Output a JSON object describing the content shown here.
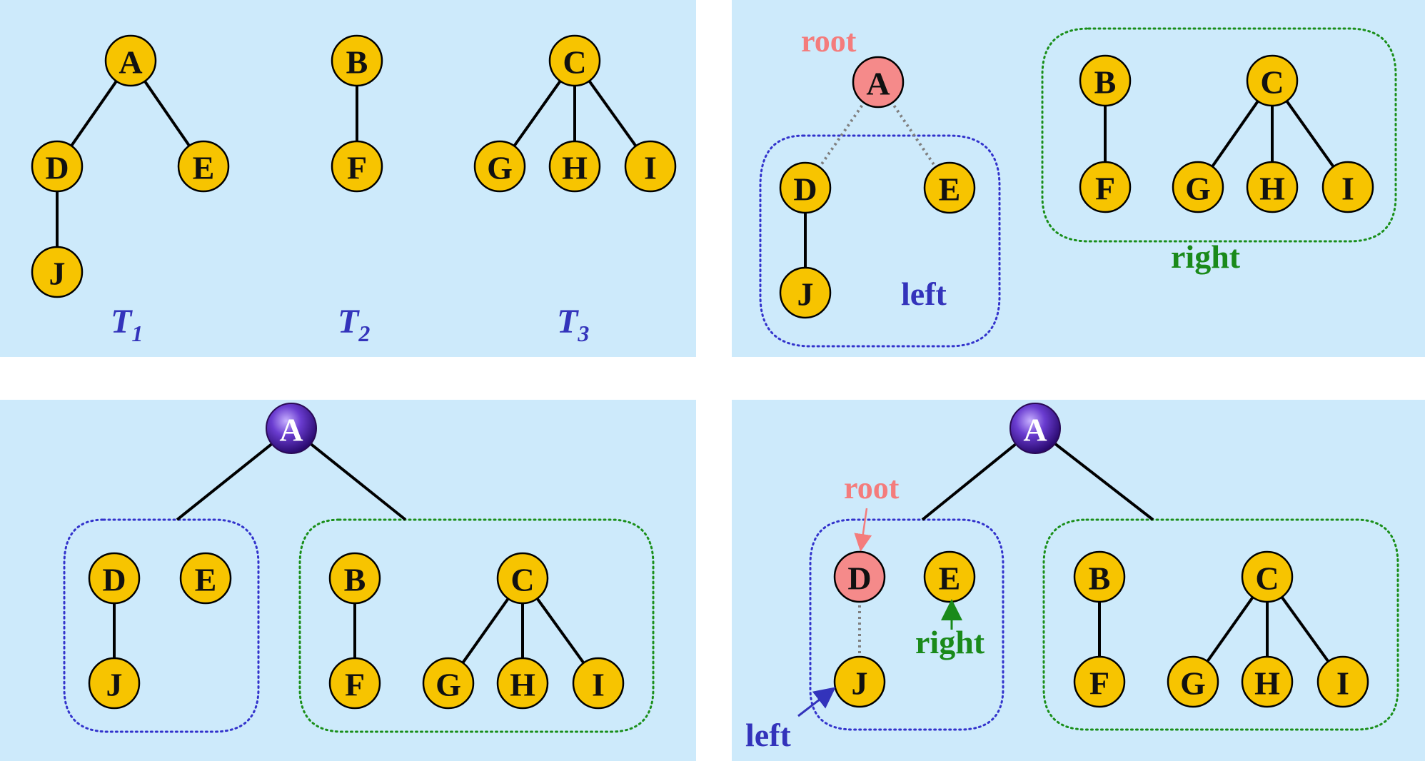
{
  "panel1": {
    "trees": [
      {
        "label": "T",
        "sub": "1"
      },
      {
        "label": "T",
        "sub": "2"
      },
      {
        "label": "T",
        "sub": "3"
      }
    ],
    "nodes": {
      "A": "A",
      "D": "D",
      "E": "E",
      "J": "J",
      "B": "B",
      "F": "F",
      "C": "C",
      "G": "G",
      "H": "H",
      "I": "I"
    }
  },
  "panel2": {
    "root_label": "root",
    "left_label": "left",
    "right_label": "right",
    "nodes": {
      "A": "A",
      "D": "D",
      "E": "E",
      "J": "J",
      "B": "B",
      "F": "F",
      "C": "C",
      "G": "G",
      "H": "H",
      "I": "I"
    }
  },
  "panel3": {
    "nodes": {
      "A": "A",
      "D": "D",
      "E": "E",
      "J": "J",
      "B": "B",
      "F": "F",
      "C": "C",
      "G": "G",
      "H": "H",
      "I": "I"
    }
  },
  "panel4": {
    "root_label": "root",
    "left_label": "left",
    "right_label": "right",
    "nodes": {
      "A": "A",
      "D": "D",
      "E": "E",
      "J": "J",
      "B": "B",
      "F": "F",
      "C": "C",
      "G": "G",
      "H": "H",
      "I": "I"
    }
  },
  "colors": {
    "panel_bg": "#cdeafb",
    "node_fill": "#f7c400",
    "root_fill": "#f58a8a",
    "purple_node": "#5a2fb8",
    "left_blue": "#3333bb",
    "right_green": "#1a8a1a"
  }
}
